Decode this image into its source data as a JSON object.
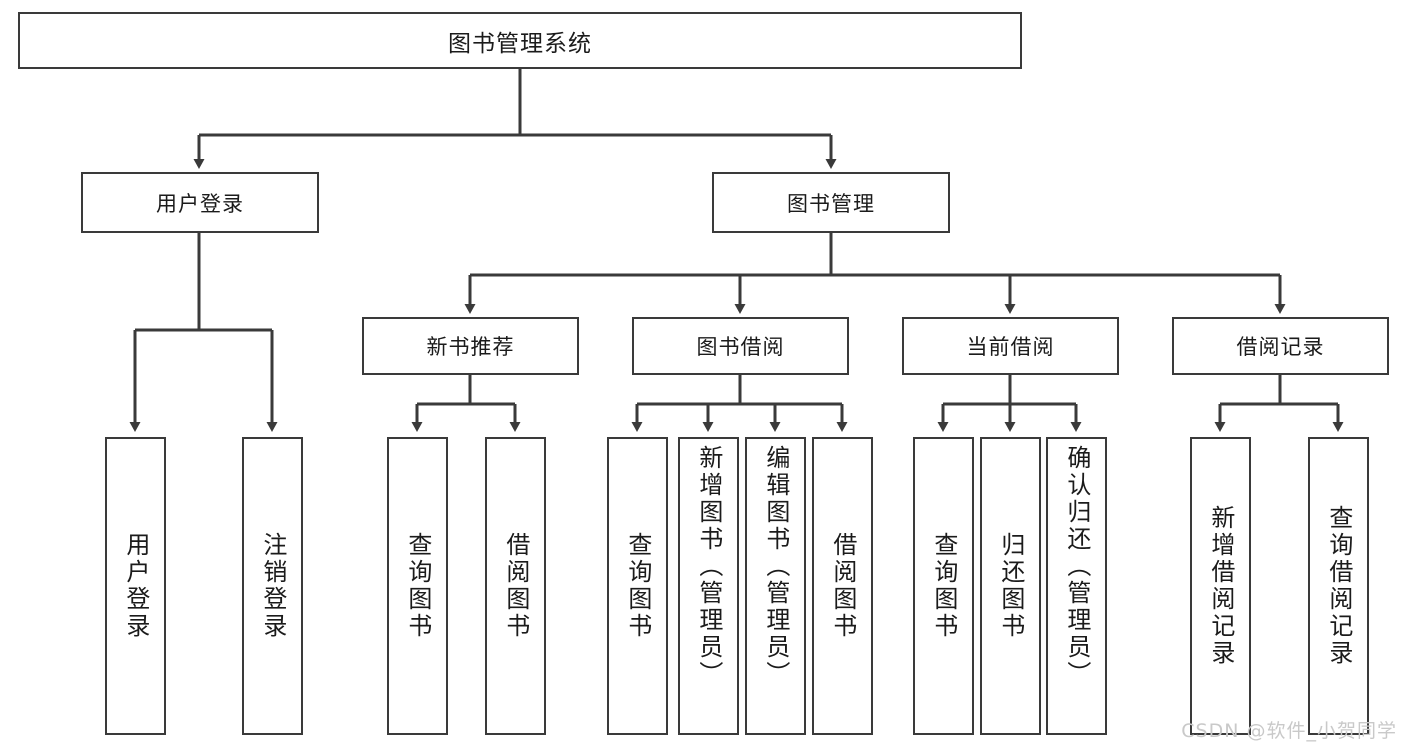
{
  "diagram": {
    "type": "tree-hierarchy-chart",
    "title": "图书管理系统",
    "root": {
      "label": "图书管理系统"
    },
    "level2": [
      {
        "label": "用户登录"
      },
      {
        "label": "图书管理"
      }
    ],
    "level3": [
      {
        "label": "新书推荐"
      },
      {
        "label": "图书借阅"
      },
      {
        "label": "当前借阅"
      },
      {
        "label": "借阅记录"
      }
    ],
    "leaves": [
      {
        "label": "用户登录",
        "parent": "用户登录"
      },
      {
        "label": "注销登录",
        "parent": "用户登录"
      },
      {
        "label": "查询图书",
        "parent": "新书推荐"
      },
      {
        "label": "借阅图书",
        "parent": "新书推荐"
      },
      {
        "label": "查询图书",
        "parent": "图书借阅"
      },
      {
        "label": "新增图书（管理员）",
        "parent": "图书借阅"
      },
      {
        "label": "编辑图书（管理员）",
        "parent": "图书借阅"
      },
      {
        "label": "借阅图书",
        "parent": "图书借阅"
      },
      {
        "label": "查询图书",
        "parent": "当前借阅"
      },
      {
        "label": "归还图书",
        "parent": "当前借阅"
      },
      {
        "label": "确认归还（管理员）",
        "parent": "当前借阅"
      },
      {
        "label": "新增借阅记录",
        "parent": "借阅记录"
      },
      {
        "label": "查询借阅记录",
        "parent": "借阅记录"
      }
    ]
  },
  "watermark": {
    "text": "CSDN @软件_小贺同学"
  },
  "colors": {
    "line": "#3a3a3a",
    "box_border": "#3a3a3a",
    "box_fill": "#ffffff",
    "text": "#1b1b1b",
    "watermark": "#c9c9c9",
    "background": "#ffffff"
  }
}
